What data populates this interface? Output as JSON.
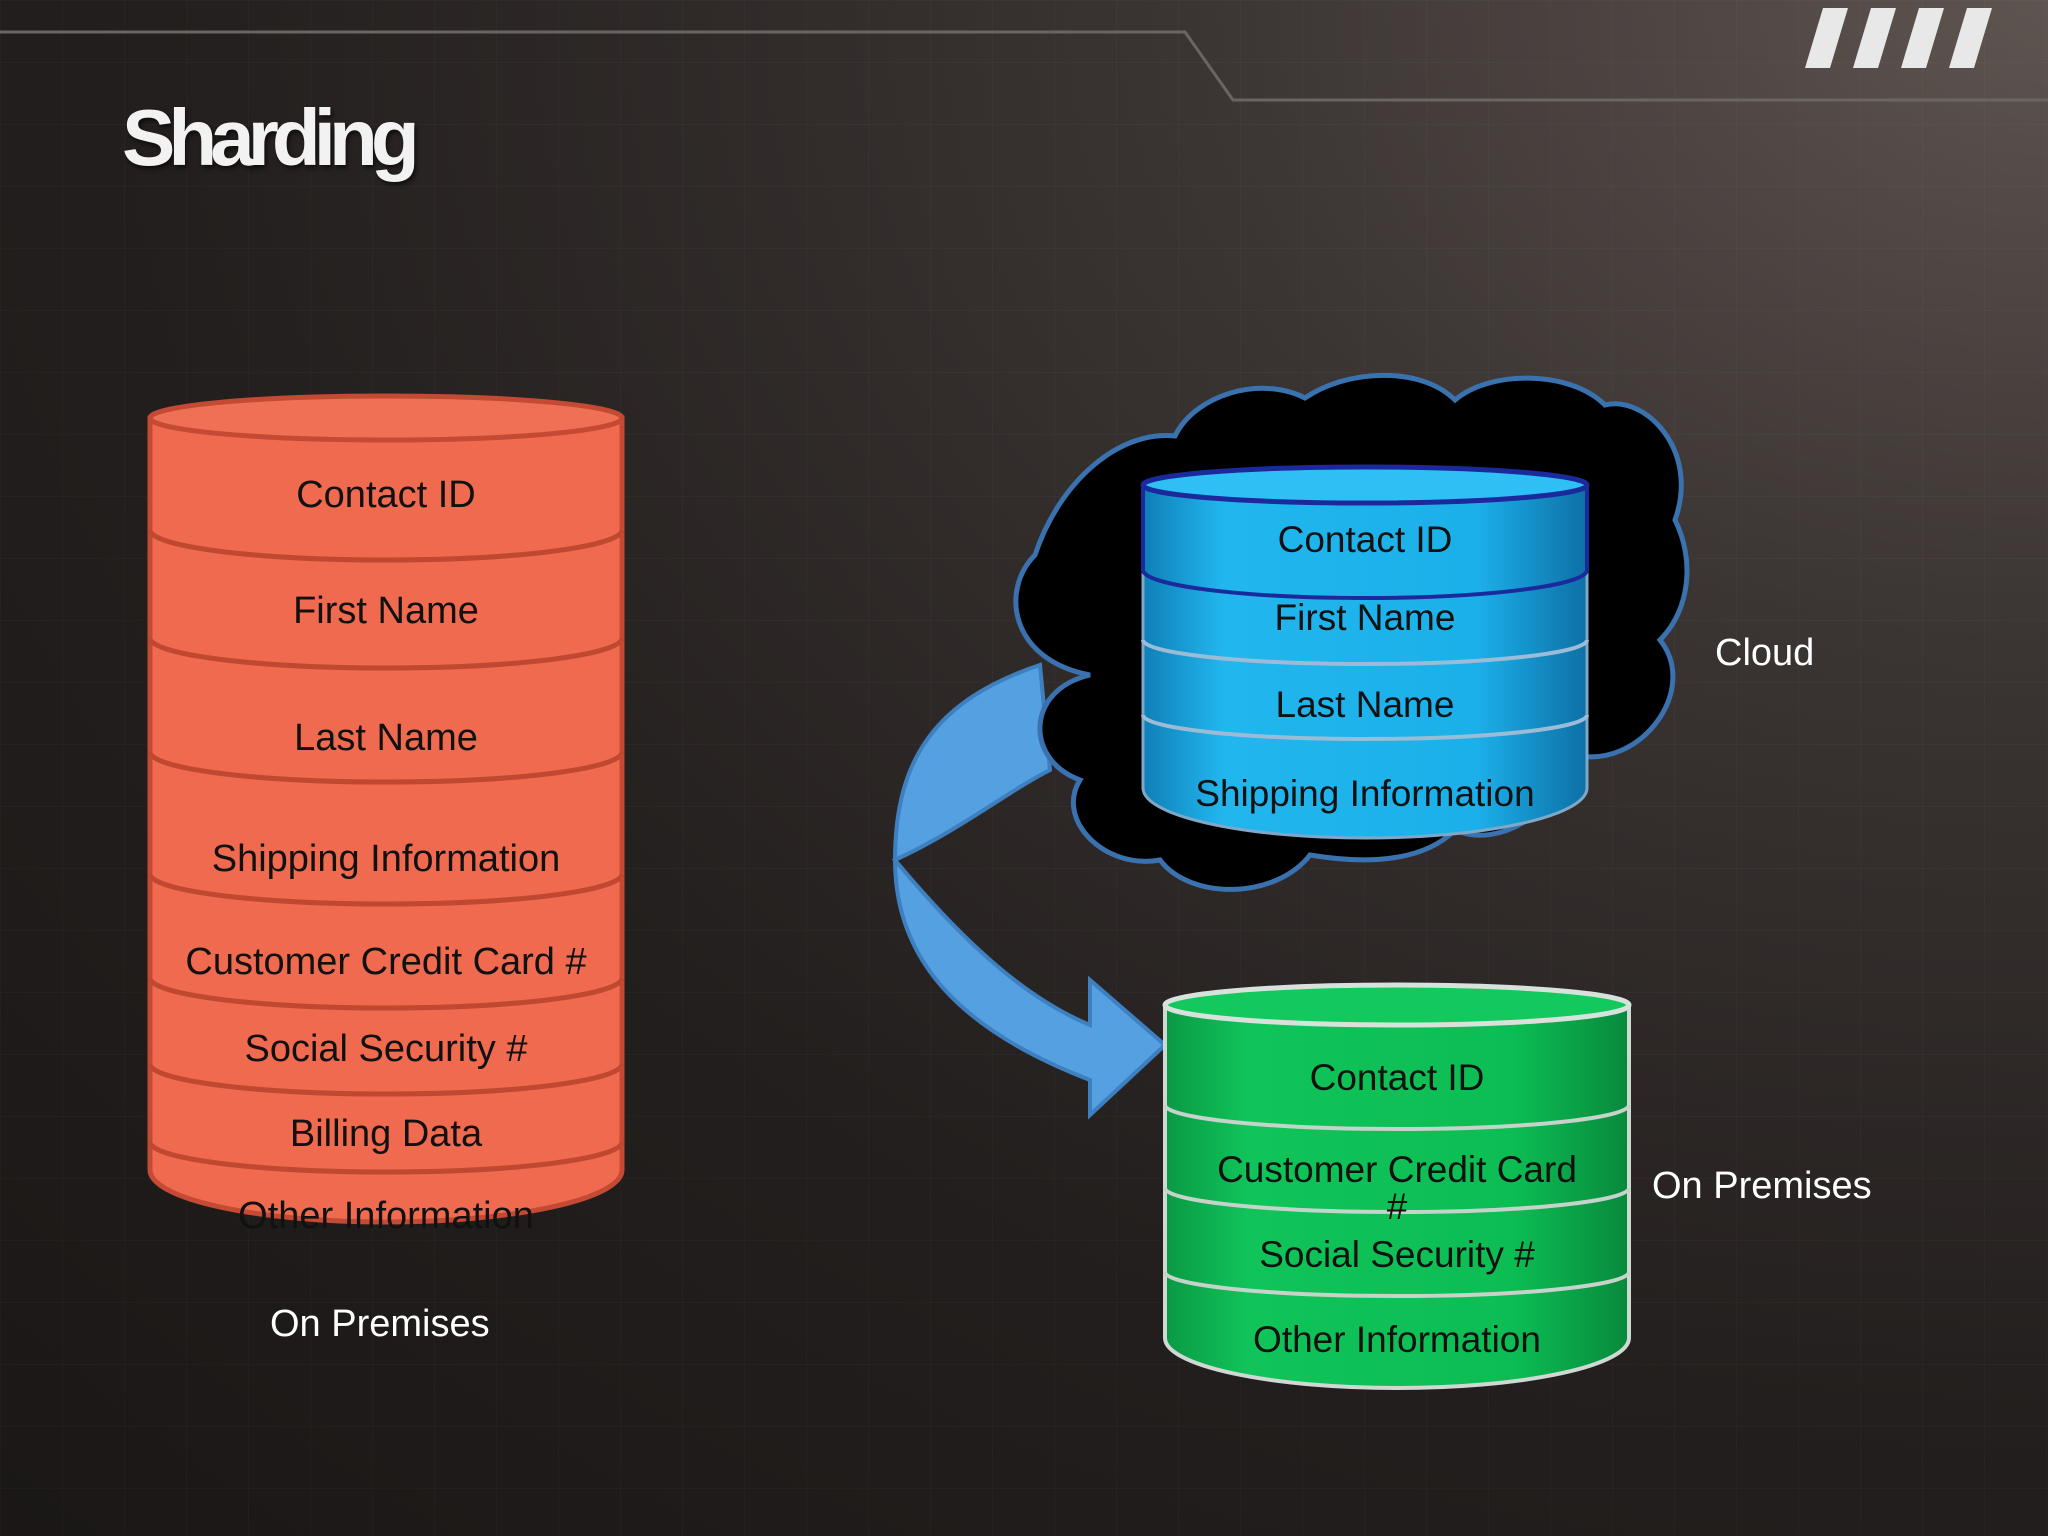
{
  "title": "Sharding",
  "colors": {
    "orange": "#ef6a4f",
    "blue": "#19aee8",
    "green": "#0cbd53",
    "arrow": "#54a0e0"
  },
  "source_db": {
    "fields": [
      "Contact ID",
      "First Name",
      "Last Name",
      "Shipping Information",
      "Customer Credit Card #",
      "Social Security #",
      "Billing Data",
      "Other Information"
    ],
    "caption": "On Premises"
  },
  "cloud_db": {
    "fields": [
      "Contact ID",
      "First Name",
      "Last Name",
      "Shipping Information"
    ],
    "caption": "Cloud"
  },
  "premises_db": {
    "fields": [
      "Contact ID",
      "Customer Credit Card #",
      "Social Security #",
      "Other Information"
    ],
    "caption": "On Premises"
  }
}
